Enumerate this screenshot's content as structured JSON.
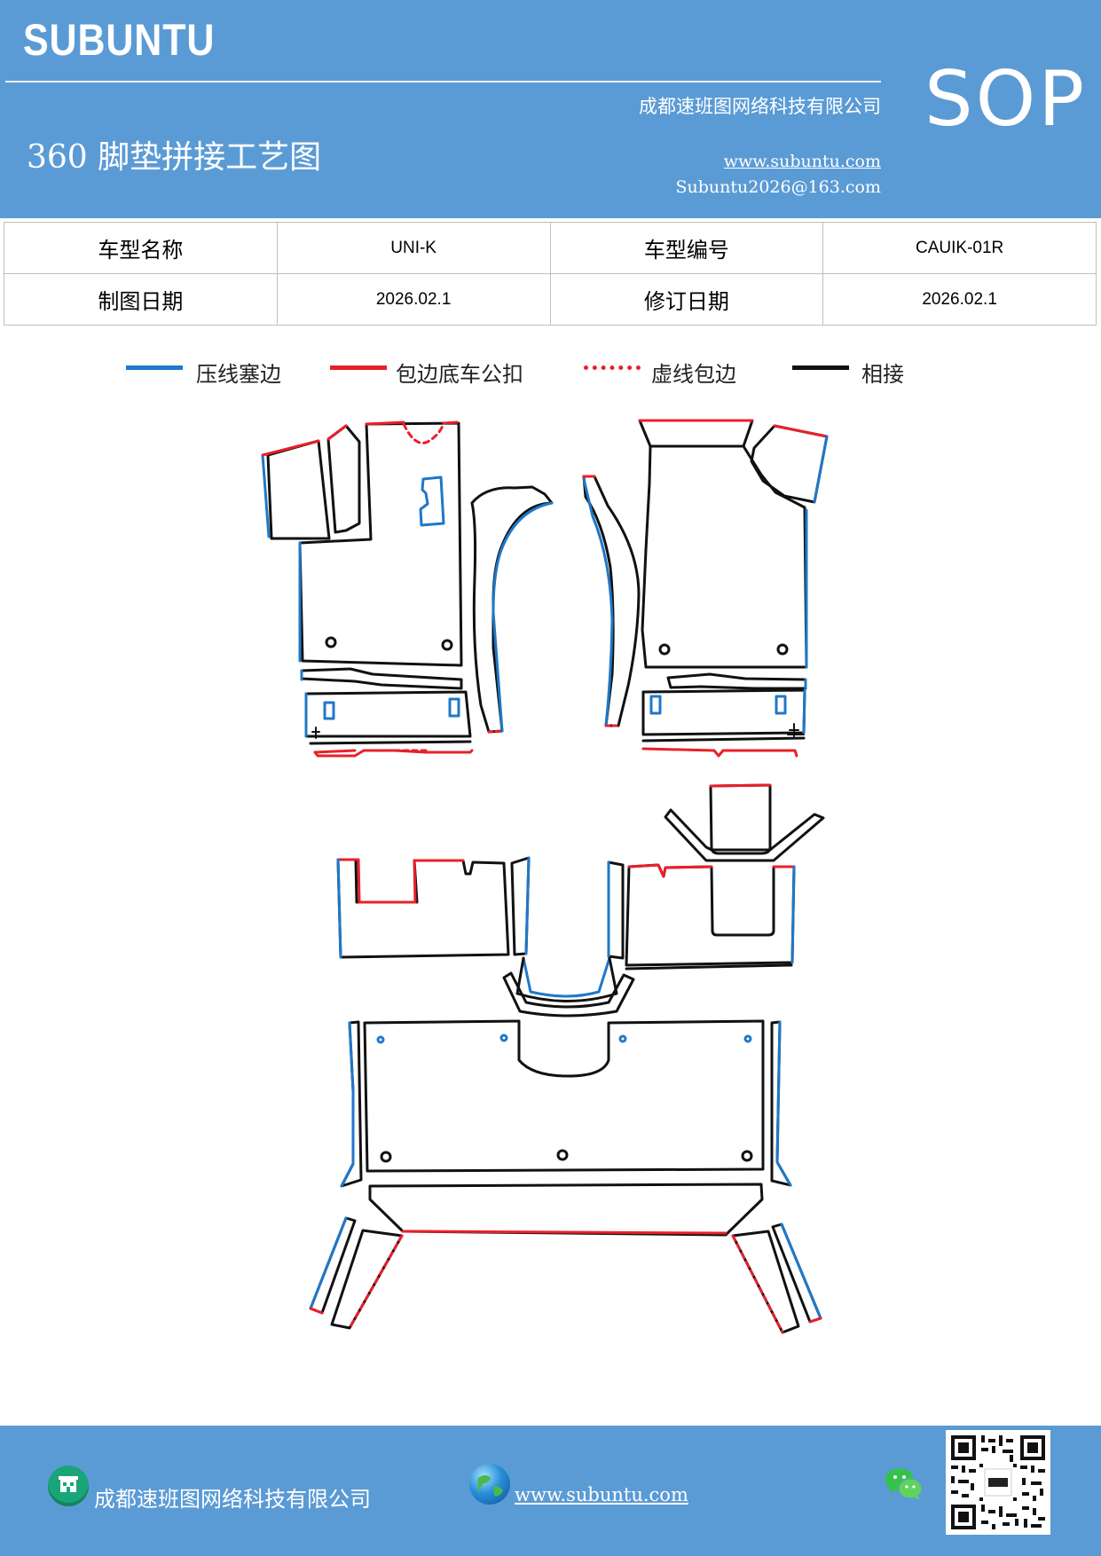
{
  "header": {
    "brand": "SUBUNTU",
    "company": "成都速班图网络科技有限公司",
    "title": "360 脚垫拼接工艺图",
    "website": "www.subuntu.com",
    "email": "Subuntu2026@163.com",
    "badge": "SOP"
  },
  "info_table": {
    "rows": [
      {
        "label1": "车型名称",
        "value1": "UNI-K",
        "label2": "车型编号",
        "value2": "CAUIK-01R"
      },
      {
        "label1": "制图日期",
        "value1": "2026.02.1",
        "label2": "修订日期",
        "value2": "2026.02.1"
      }
    ]
  },
  "legend": [
    {
      "label": "压线塞边",
      "color": "#1f78c8",
      "style": "solid"
    },
    {
      "label": "包边底车公扣",
      "color": "#e8202a",
      "style": "solid"
    },
    {
      "label": "虚线包边",
      "color": "#e8202a",
      "style": "dotted"
    },
    {
      "label": "相接",
      "color": "#000000",
      "style": "solid"
    }
  ],
  "drawing": {
    "colors": {
      "blue": "#1f78c8",
      "red": "#e8202a",
      "black": "#111111"
    }
  },
  "footer": {
    "company": "成都速班图网络科技有限公司",
    "website": "www.subuntu.com"
  }
}
